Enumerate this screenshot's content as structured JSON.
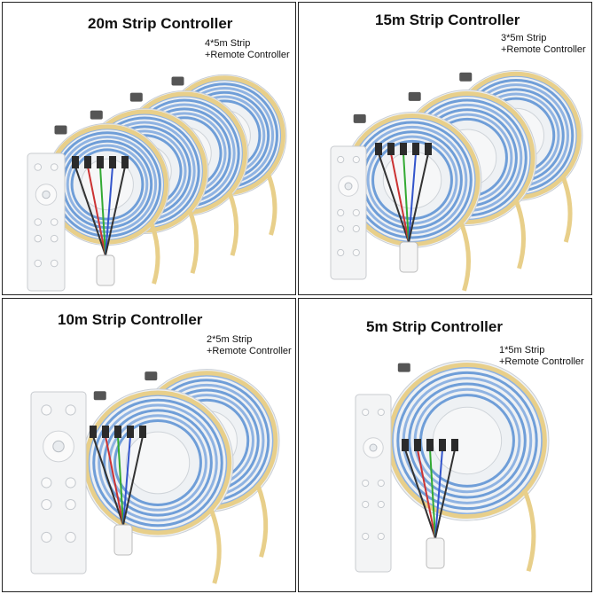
{
  "panels": [
    {
      "title": "20m Strip Controller",
      "line1": "4*5m Strip",
      "line2": "+Remote Controller"
    },
    {
      "title": "15m Strip Controller",
      "line1": "3*5m Strip",
      "line2": "+Remote Controller"
    },
    {
      "title": "10m Strip Controller",
      "line1": "2*5m Strip",
      "line2": "+Remote Controller"
    },
    {
      "title": "5m Strip Controller",
      "line1": "1*5m Strip",
      "line2": "+Remote Controller"
    }
  ],
  "colors": {
    "strip": "#e8cf8a",
    "reel": "#eef1f4",
    "led_blue": "#6f9ed8",
    "remote": "#f3f4f5"
  }
}
